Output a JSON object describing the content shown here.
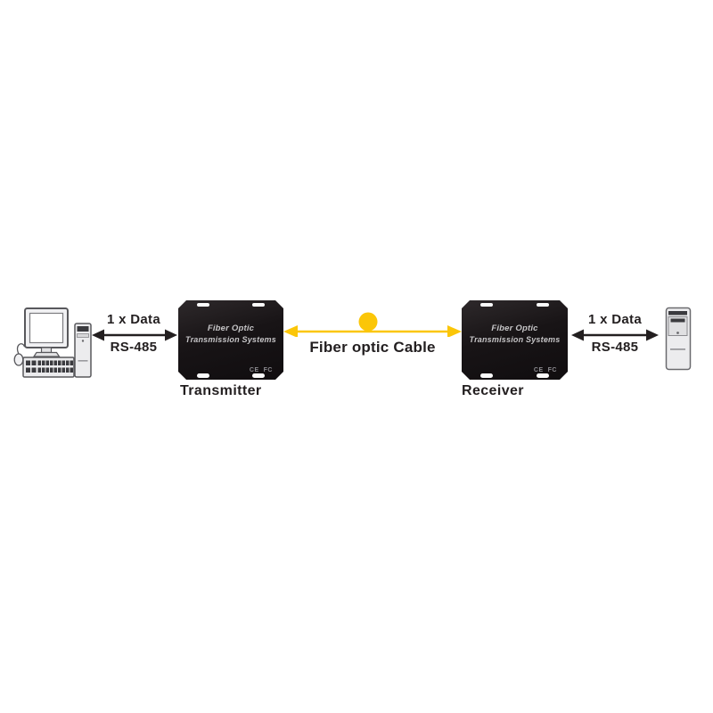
{
  "diagram": {
    "left_link": {
      "top_label": "1 x Data",
      "bottom_label": "RS-485"
    },
    "right_link": {
      "top_label": "1 x Data",
      "bottom_label": "RS-485"
    },
    "fiber_link": {
      "label": "Fiber optic Cable"
    },
    "transmitter": {
      "panel_line1": "Fiber Optic",
      "panel_line2": "Transmission Systems",
      "ce_mark": "CE",
      "fcc_mark": "FC",
      "caption": "Transmitter"
    },
    "receiver": {
      "panel_line1": "Fiber Optic",
      "panel_line2": "Transmission Systems",
      "ce_mark": "CE",
      "fcc_mark": "FC",
      "caption": "Receiver"
    },
    "colors": {
      "fiber_yellow": "#FBC608",
      "arrow_black": "#231F20",
      "device_body": "#171316",
      "device_text": "#C6C5C7",
      "background": "#FFFFFF"
    }
  }
}
